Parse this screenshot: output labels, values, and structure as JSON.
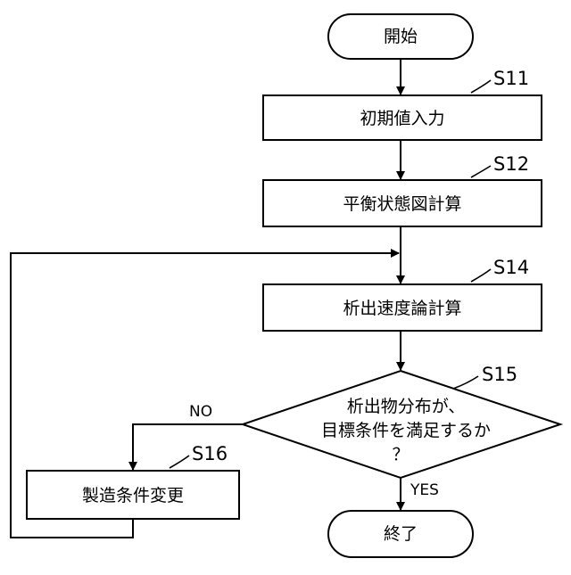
{
  "flowchart": {
    "start": "開始",
    "end": "終了",
    "steps": {
      "s11": {
        "id": "S11",
        "label": "初期値入力"
      },
      "s12": {
        "id": "S12",
        "label": "平衡状態図計算"
      },
      "s14": {
        "id": "S14",
        "label": "析出速度論計算"
      },
      "s15": {
        "id": "S15",
        "lines": [
          "析出物分布が、",
          "目標条件を満足するか",
          "？"
        ]
      },
      "s16": {
        "id": "S16",
        "label": "製造条件変更"
      }
    },
    "branch": {
      "yes": "YES",
      "no": "NO"
    }
  }
}
